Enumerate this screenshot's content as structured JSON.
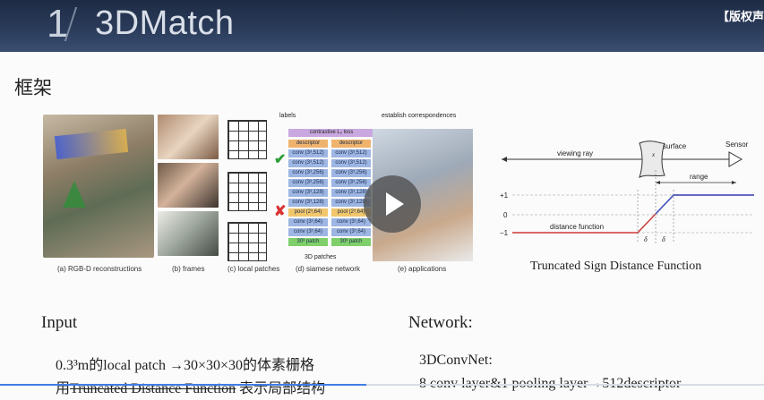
{
  "header": {
    "number": "1",
    "title": "3DMatch",
    "copyright": "【版权声"
  },
  "section_title": "框架",
  "figure_left": {
    "captions": {
      "a": "(a) RGB-D reconstructions",
      "b": "(b) frames",
      "c": "(c) local patches",
      "d": "(d) siamese network",
      "e": "(e) applications"
    },
    "labels_text": "labels",
    "establish_text": "establish correspondences",
    "patches_text": "3D patches",
    "loss": "contrastive L₂ loss",
    "net_left": [
      "descriptor",
      "conv (3³,512)",
      "conv (3³,512)",
      "conv (3³,256)",
      "conv (3³,256)",
      "conv (3³,128)",
      "conv (3³,128)",
      "pool (2³,64)",
      "conv (3³,64)",
      "conv (3³,64)",
      "30³ patch"
    ],
    "net_right": [
      "descriptor",
      "conv (3³,512)",
      "conv (3³,512)",
      "conv (3³,256)",
      "conv (3³,256)",
      "conv (3³,128)",
      "conv (3³,128)",
      "pool (2³,64)",
      "conv (3³,64)",
      "conv (3³,64)",
      "30³ patch"
    ]
  },
  "tsdf": {
    "viewing_ray": "viewing ray",
    "surface": "surface",
    "sensor": "Sensor",
    "range": "range",
    "x_label": "x",
    "plus_one": "+1",
    "zero": "0",
    "minus_one": "−1",
    "distance_function": "distance function",
    "delta": "δ",
    "caption": "Truncated Sign Distance Function"
  },
  "input": {
    "heading": "Input",
    "line1": "0.3³m的local patch →30×30×30的体素栅格",
    "line2_prefix": "用",
    "line2_strike": "Truncated Distance Function",
    "line2_suffix": " 表示局部结构"
  },
  "network": {
    "heading": "Network:",
    "line1": "3DConvNet:",
    "line2": "8 conv layer&1 pooling layer→512descriptor"
  },
  "player": {
    "progress": 0.48
  }
}
